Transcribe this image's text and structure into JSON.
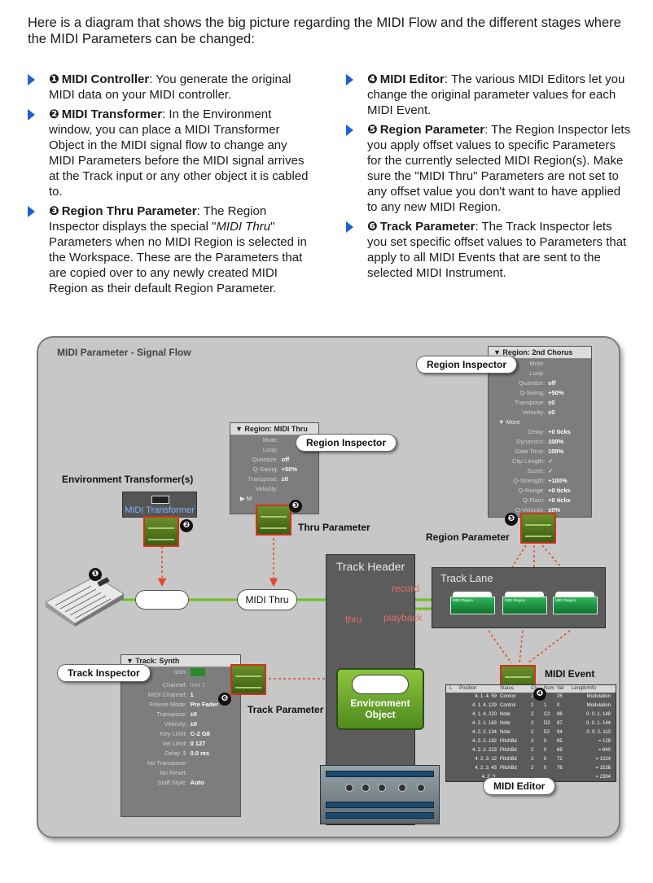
{
  "intro": "Here is a diagram that shows the big picture regarding the MIDI Flow and the different stages where the MIDI Parameters can be changed:",
  "items_left": [
    {
      "num": "❶",
      "term": "MIDI Controller",
      "text": ": You generate the original MIDI data on your MIDI controller."
    },
    {
      "num": "❷",
      "term": "MIDI Transformer",
      "text": ": In the Environment window, you can place a MIDI Transformer Object in the MIDI signal flow to change any MIDI Parameters before the MIDI signal arrives at the Track input or any other object it is cabled to."
    },
    {
      "num": "❸",
      "term": "Region Thru Parameter",
      "text_a": ": The Region Inspector displays the special \"",
      "italic": "MIDI Thru",
      "text_b": "\" Parameters when no MIDI Region is selected in the Workspace. These are the Parameters that are copied over to any newly created MIDI Region as their default Region Parameter."
    }
  ],
  "items_right": [
    {
      "num": "❹",
      "term": "MIDI Editor",
      "text": ": The various MIDI Editors let you change the original parameter values for each MIDI Event."
    },
    {
      "num": "❺",
      "term": "Region Parameter",
      "text": ": The Region Inspector lets you apply offset values to specific Parameters for the currently selected MIDI Region(s). Make sure the \"MIDI Thru\" Parameters are not set to any offset value you don't want to have applied to any new MIDI Region."
    },
    {
      "num": "❻",
      "term": "Track Parameter",
      "text": ": The Track Inspector lets you set specific offset values to Parameters that apply to all MIDI Events that are sent to the selected MIDI Instrument."
    }
  ],
  "diagram": {
    "title": "MIDI Parameter - Signal Flow",
    "region_inspector_callout": "Region Inspector",
    "region_inspector_callout_2": "Region Inspector",
    "track_inspector_callout": "Track Inspector",
    "midi_editor_callout": "MIDI Editor",
    "env_transformers_label": "Environment Transformer(s)",
    "env_transformer_name": "MIDI Transformer",
    "thru_param_label": "Thru Parameter",
    "region_param_label": "Region Parameter",
    "track_param_label": "Track Parameter",
    "midi_event_label": "MIDI Event",
    "midi_thru_node": "MIDI Thru",
    "track_header": "Track Header",
    "track_lane": "Track Lane",
    "record": "record",
    "thru": "thru",
    "playback": "playback",
    "env_object": "Environment Object",
    "region_label": "MIDI Region",
    "badges": [
      "❶",
      "❷",
      "❸",
      "❹",
      "❺",
      "❻"
    ],
    "thru_inspector": {
      "header": "▼ Region: MIDI Thru",
      "rows": [
        [
          "Mute:",
          ""
        ],
        [
          "Loop:",
          ""
        ],
        [
          "Quantize:",
          "off"
        ],
        [
          "Q-Swing:",
          "+50%"
        ],
        [
          "Transpose:",
          "±0"
        ],
        [
          "Velocity:",
          ""
        ]
      ],
      "more": "▶ M"
    },
    "region_inspector": {
      "header": "▼ Region: 2nd Chorus",
      "rows": [
        [
          "Mute:",
          ""
        ],
        [
          "Loop:",
          ""
        ],
        [
          "Quantize:",
          "off"
        ],
        [
          "Q-Swing:",
          "+50%"
        ],
        [
          "Transpose:",
          "±0"
        ],
        [
          "Velocity:",
          "±0"
        ]
      ],
      "more": "▼ More",
      "more_rows": [
        [
          "Delay:",
          "+0 ticks"
        ],
        [
          "Dynamics:",
          "100%"
        ],
        [
          "Gate Time:",
          "100%"
        ],
        [
          "Clip Length:",
          "✓"
        ],
        [
          "Score:",
          "✓"
        ],
        [
          "Q-Strength:",
          "+100%"
        ],
        [
          "Q-Range:",
          "+0 ticks"
        ],
        [
          "Q-Flam:",
          "+0 ticks"
        ],
        [
          "Q-Velocity:",
          "±0%"
        ]
      ]
    },
    "track_inspector": {
      "header": "▼ Track:  Synth",
      "rows": [
        [
          "Icon:",
          ""
        ],
        [
          "Channel:",
          "Inst 1"
        ],
        [
          "MIDI Channel:",
          "1"
        ],
        [
          "Freeze Mode:",
          "Pre Fader"
        ],
        [
          "Transpose:",
          "±0"
        ],
        [
          "Velocity:",
          "±0"
        ],
        [
          "Key Limit:",
          "C-2    G8"
        ],
        [
          "Vel Limit:",
          "0    127"
        ],
        [
          "Delay ⇕",
          "0.0 ms"
        ],
        [
          "No Transpose:",
          ""
        ],
        [
          "No Reset:",
          ""
        ],
        [
          "Staff Style:",
          "Auto"
        ]
      ]
    },
    "editor": {
      "columns": [
        "L",
        "Position",
        "Status",
        "Ch",
        "Num",
        "Val",
        "Length/Info"
      ],
      "rows": [
        [
          "4. 1. 4.  59",
          "Control",
          "2",
          "1",
          "25",
          "Modulation"
        ],
        [
          "4. 1. 4. 129",
          "Control",
          "2",
          "1",
          "0",
          "Modulation"
        ],
        [
          "4. 1. 4. 220",
          "Note",
          "2",
          "C2",
          "96",
          "0. 0. 1. 148"
        ],
        [
          "4. 2. 1. 183",
          "Note",
          "2",
          "D2",
          "87",
          "0. 0. 1. 144"
        ],
        [
          "4. 2. 2. 134",
          "Note",
          "2",
          "E2",
          "94",
          "0. 0. 2. 110"
        ],
        [
          "4. 2. 2. 192",
          "PitchBd",
          "2",
          "0",
          "65",
          "= 128"
        ],
        [
          "4. 2. 2. 223",
          "PitchBd",
          "2",
          "0",
          "69",
          "= 640"
        ],
        [
          "4. 2. 3.  12",
          "PitchBd",
          "2",
          "0",
          "72",
          "= 1024"
        ],
        [
          "4. 2. 3.  43",
          "PitchBd",
          "2",
          "0",
          "76",
          "= 1536"
        ],
        [
          "4. 2. 3.  ",
          "",
          "",
          "",
          "",
          "= 2304"
        ]
      ]
    }
  },
  "colors": {
    "bullet": "#1f5fd6",
    "flow": "#6cc01f",
    "dashed": "#e0482c",
    "env_green": "#6fae2e"
  }
}
